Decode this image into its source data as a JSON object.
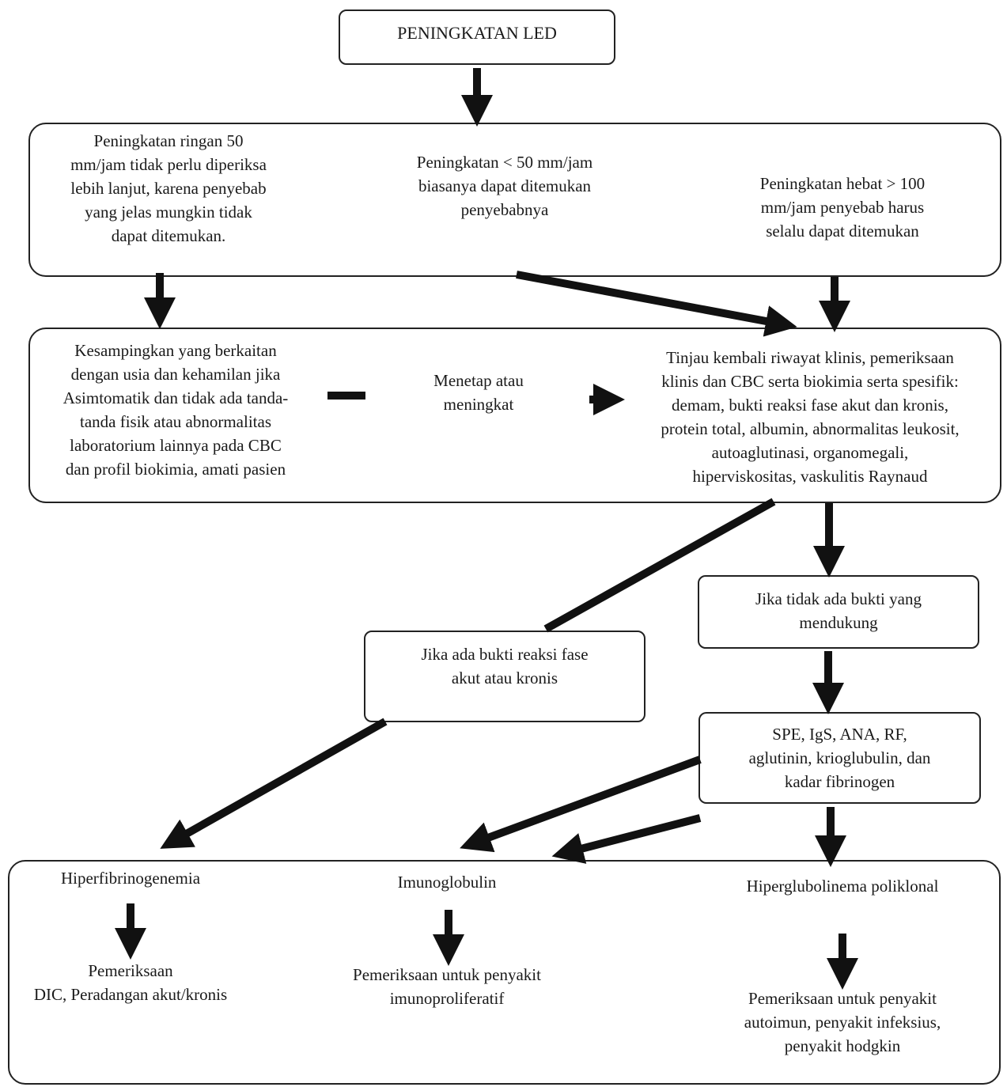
{
  "title": "PENINGKATAN LED",
  "row1": {
    "left": "Peningkatan ringan 50\nmm/jam tidak perlu diperiksa\nlebih lanjut, karena penyebab\nyang jelas mungkin tidak\ndapat ditemukan.",
    "middle": "Peningkatan < 50 mm/jam\nbiasanya dapat  ditemukan\npenyebabnya",
    "right": "Peningkatan hebat > 100\nmm/jam penyebab harus\nselalu dapat ditemukan"
  },
  "row2": {
    "left": "Kesampingkan yang berkaitan\ndengan usia dan kehamilan jika\nAsimtomatik dan tidak ada tanda-\ntanda fisik atau abnormalitas\nlaboratorium lainnya pada CBC\ndan profil biokimia, amati pasien",
    "middle": "Menetap atau\nmeningkat",
    "right": "Tinjau kembali riwayat klinis, pemeriksaan\nklinis dan CBC serta biokimia serta spesifik:\ndemam, bukti reaksi fase akut dan kronis,\nprotein total, albumin, abnormalitas leukosit,\nautoaglutinasi, organomegali,\nhiperviskositas, vaskulitis Raynaud"
  },
  "no_evidence": "Jika tidak ada bukti yang\nmendukung",
  "phase_evidence": "Jika ada bukti reaksi fase\nakut atau kronis",
  "tests": "SPE, IgS, ANA, RF,\naglutinin, krioglubulin, dan\nkadar fibrinogen",
  "bottom": {
    "col1_head": "Hiperfibrinogenemia",
    "col1_body": "Pemeriksaan\nDIC, Peradangan akut/kronis",
    "col2_head": "Imunoglobulin",
    "col2_body": "Pemeriksaan untuk penyakit\nimunoproliferatif",
    "col3_head": "Hiperglubolinema poliklonal",
    "col3_body": "Pemeriksaan untuk penyakit\nautoimun, penyakit infeksius,\npenyakit hodgkin"
  }
}
